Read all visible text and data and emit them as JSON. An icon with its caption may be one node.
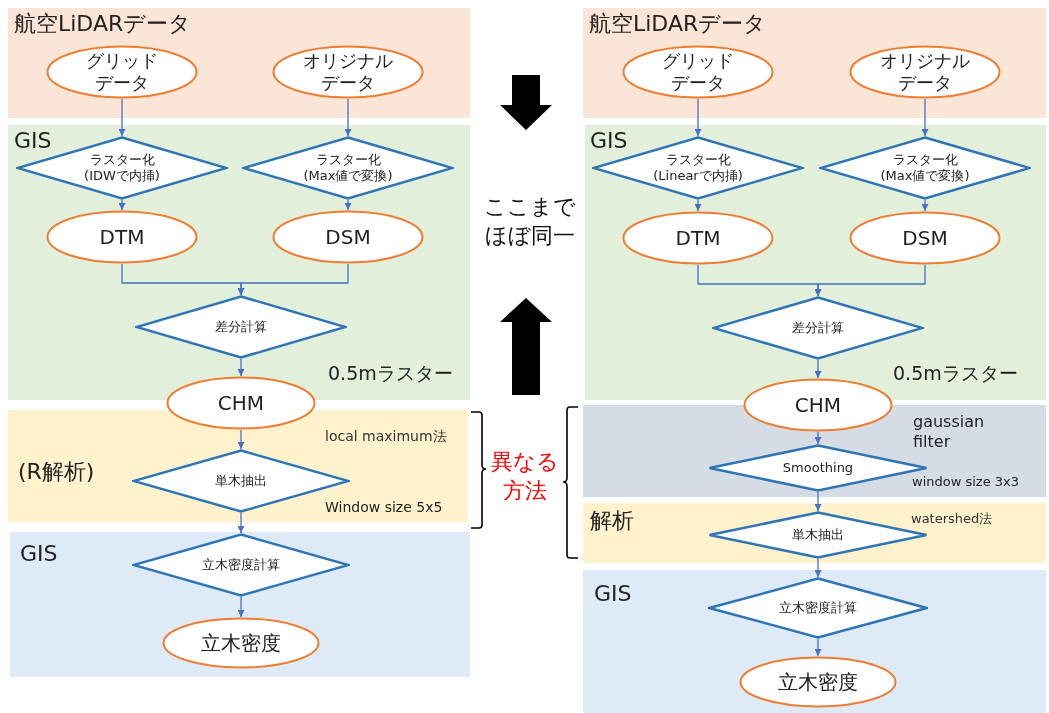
{
  "diagram": {
    "nodes": [
      {
        "text": [
          "航空LiDARデータ"
        ]
      },
      {
        "text": [
          "グリッドデータ"
        ],
        "in": 0
      },
      {
        "text": [
          "オリジナルデータ"
        ],
        "in": 0
      },
      {
        "text": [
          "GIS",
          "0.5mラスター"
        ]
      },
      {
        "text": [
          "ラスター化(IDWで内挿)"
        ],
        "in": 3
      },
      {
        "text": [
          "ラスター化(Max値で変換)"
        ],
        "in": 3
      },
      {
        "text": [
          "DTM"
        ],
        "in": 3
      },
      {
        "text": [
          "DSM"
        ],
        "in": 3
      },
      {
        "text": [
          "差分計算"
        ],
        "in": 3
      },
      {
        "text": [
          "CHM"
        ]
      },
      {
        "text": [
          "(R解析)",
          "local maximum法",
          "Window size 5x5"
        ]
      },
      {
        "text": [
          "単木抽出"
        ],
        "in": 10
      },
      {
        "text": [
          "GIS"
        ]
      },
      {
        "text": [
          "立木密度計算"
        ],
        "in": 12
      },
      {
        "text": [
          "立木密度"
        ],
        "in": 12
      },
      {
        "text": [
          "航空LiDARデータ"
        ]
      },
      {
        "text": [
          "グリッドデータ"
        ],
        "in": 15
      },
      {
        "text": [
          "オリジナルデータ"
        ],
        "in": 15
      },
      {
        "text": [
          "GIS",
          "0.5mラスター"
        ]
      },
      {
        "text": [
          "ラスター化(Linearで内挿)"
        ],
        "in": 18
      },
      {
        "text": [
          "ラスター化(Max値で変換)"
        ],
        "in": 18
      },
      {
        "text": [
          "DTM"
        ],
        "in": 18
      },
      {
        "text": [
          "DSM"
        ],
        "in": 18
      },
      {
        "text": [
          "差分計算"
        ],
        "in": 18
      },
      {
        "text": [
          "CHM"
        ]
      },
      {
        "text": [
          "gaussian filter",
          "window size 3x3"
        ]
      },
      {
        "text": [
          "Smoothing"
        ],
        "in": 25
      },
      {
        "text": [
          "解析",
          "watershed法"
        ]
      },
      {
        "text": [
          "単木抽出"
        ],
        "in": 27
      },
      {
        "text": [
          "GIS"
        ]
      },
      {
        "text": [
          "立木密度計算"
        ],
        "in": 29
      },
      {
        "text": [
          "立木密度"
        ],
        "in": 29
      }
    ],
    "edges": [
      {
        "from": 1,
        "to": 4,
        "arrow": "to"
      },
      {
        "from": 2,
        "to": 5,
        "arrow": "to"
      },
      {
        "from": 4,
        "to": 6,
        "arrow": "to"
      },
      {
        "from": 5,
        "to": 7,
        "arrow": "to"
      },
      {
        "from": 6,
        "to": 8,
        "arrow": "to"
      },
      {
        "from": 7,
        "to": 8,
        "arrow": "to"
      },
      {
        "from": 8,
        "to": 9,
        "arrow": "to"
      },
      {
        "from": 9,
        "to": 11,
        "arrow": "to"
      },
      {
        "from": 11,
        "to": 13,
        "arrow": "to"
      },
      {
        "from": 13,
        "to": 14,
        "arrow": "to"
      },
      {
        "from": 16,
        "to": 19,
        "arrow": "to"
      },
      {
        "from": 17,
        "to": 20,
        "arrow": "to"
      },
      {
        "from": 19,
        "to": 21,
        "arrow": "to"
      },
      {
        "from": 20,
        "to": 22,
        "arrow": "to"
      },
      {
        "from": 21,
        "to": 23,
        "arrow": "to"
      },
      {
        "from": 22,
        "to": 23,
        "arrow": "to"
      },
      {
        "from": 23,
        "to": 24,
        "arrow": "to"
      },
      {
        "from": 24,
        "to": 26,
        "arrow": "to"
      },
      {
        "from": 26,
        "to": 28,
        "arrow": "to"
      },
      {
        "from": 28,
        "to": 30,
        "arrow": "to"
      },
      {
        "from": 30,
        "to": 31,
        "arrow": "to"
      }
    ],
    "labels": [
      "ここまでほぼ同一",
      "異なる方法"
    ]
  }
}
